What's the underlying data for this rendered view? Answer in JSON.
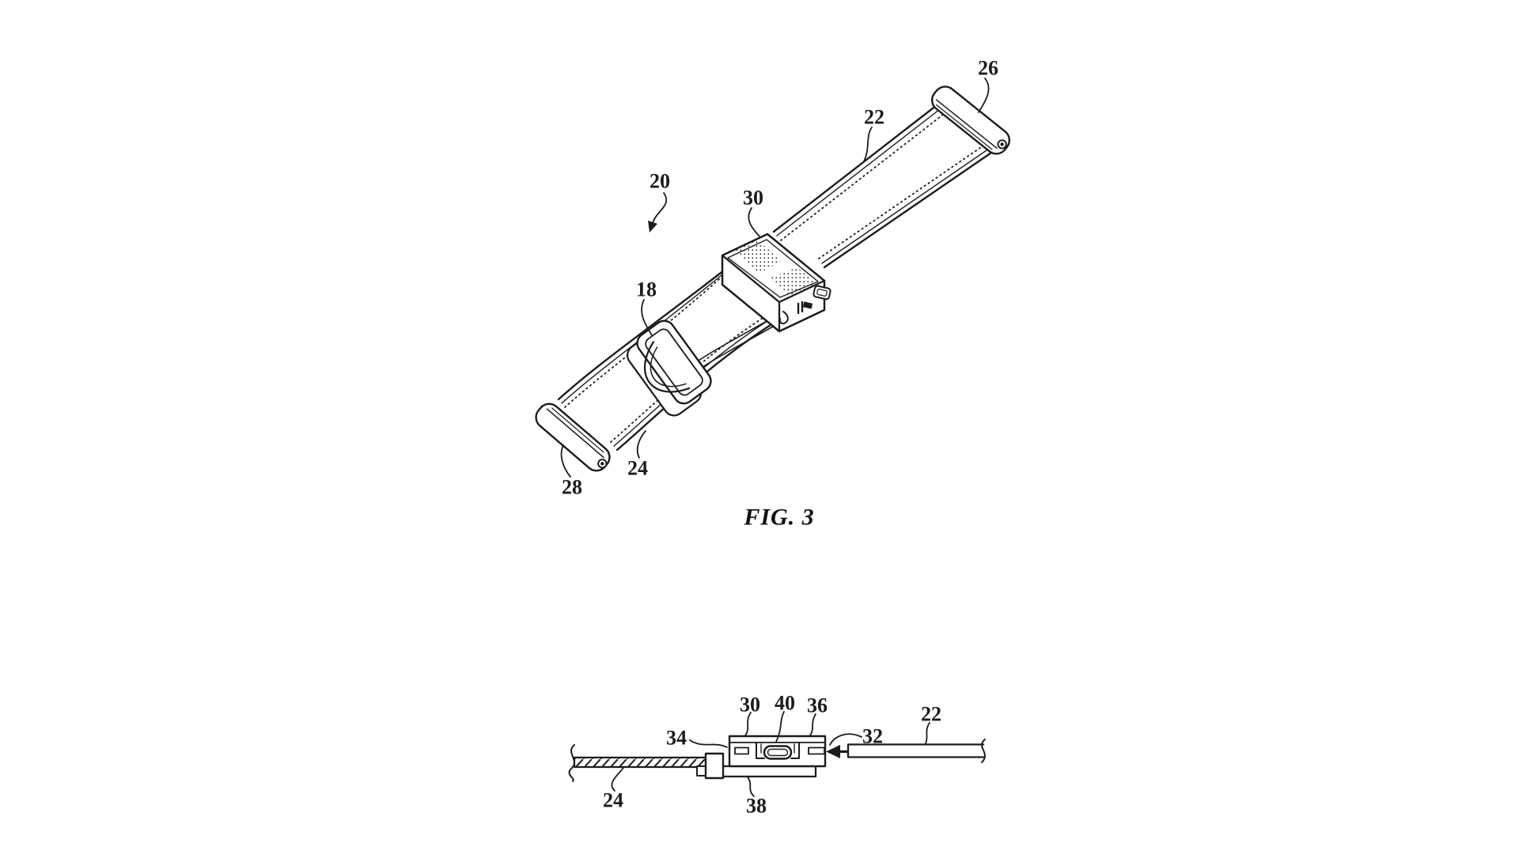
{
  "caption": "FIG. 3",
  "colors": {
    "ink": "#1c1c1c",
    "background": "#ffffff"
  },
  "perspective": {
    "labels": {
      "n26": "26",
      "n22": "22",
      "n20": "20",
      "n30": "30",
      "n18": "18",
      "n28": "28",
      "n24": "24"
    }
  },
  "section": {
    "labels": {
      "n30": "30",
      "n40": "40",
      "n36": "36",
      "n34": "34",
      "n32": "32",
      "n22": "22",
      "n24": "24",
      "n38": "38"
    }
  }
}
